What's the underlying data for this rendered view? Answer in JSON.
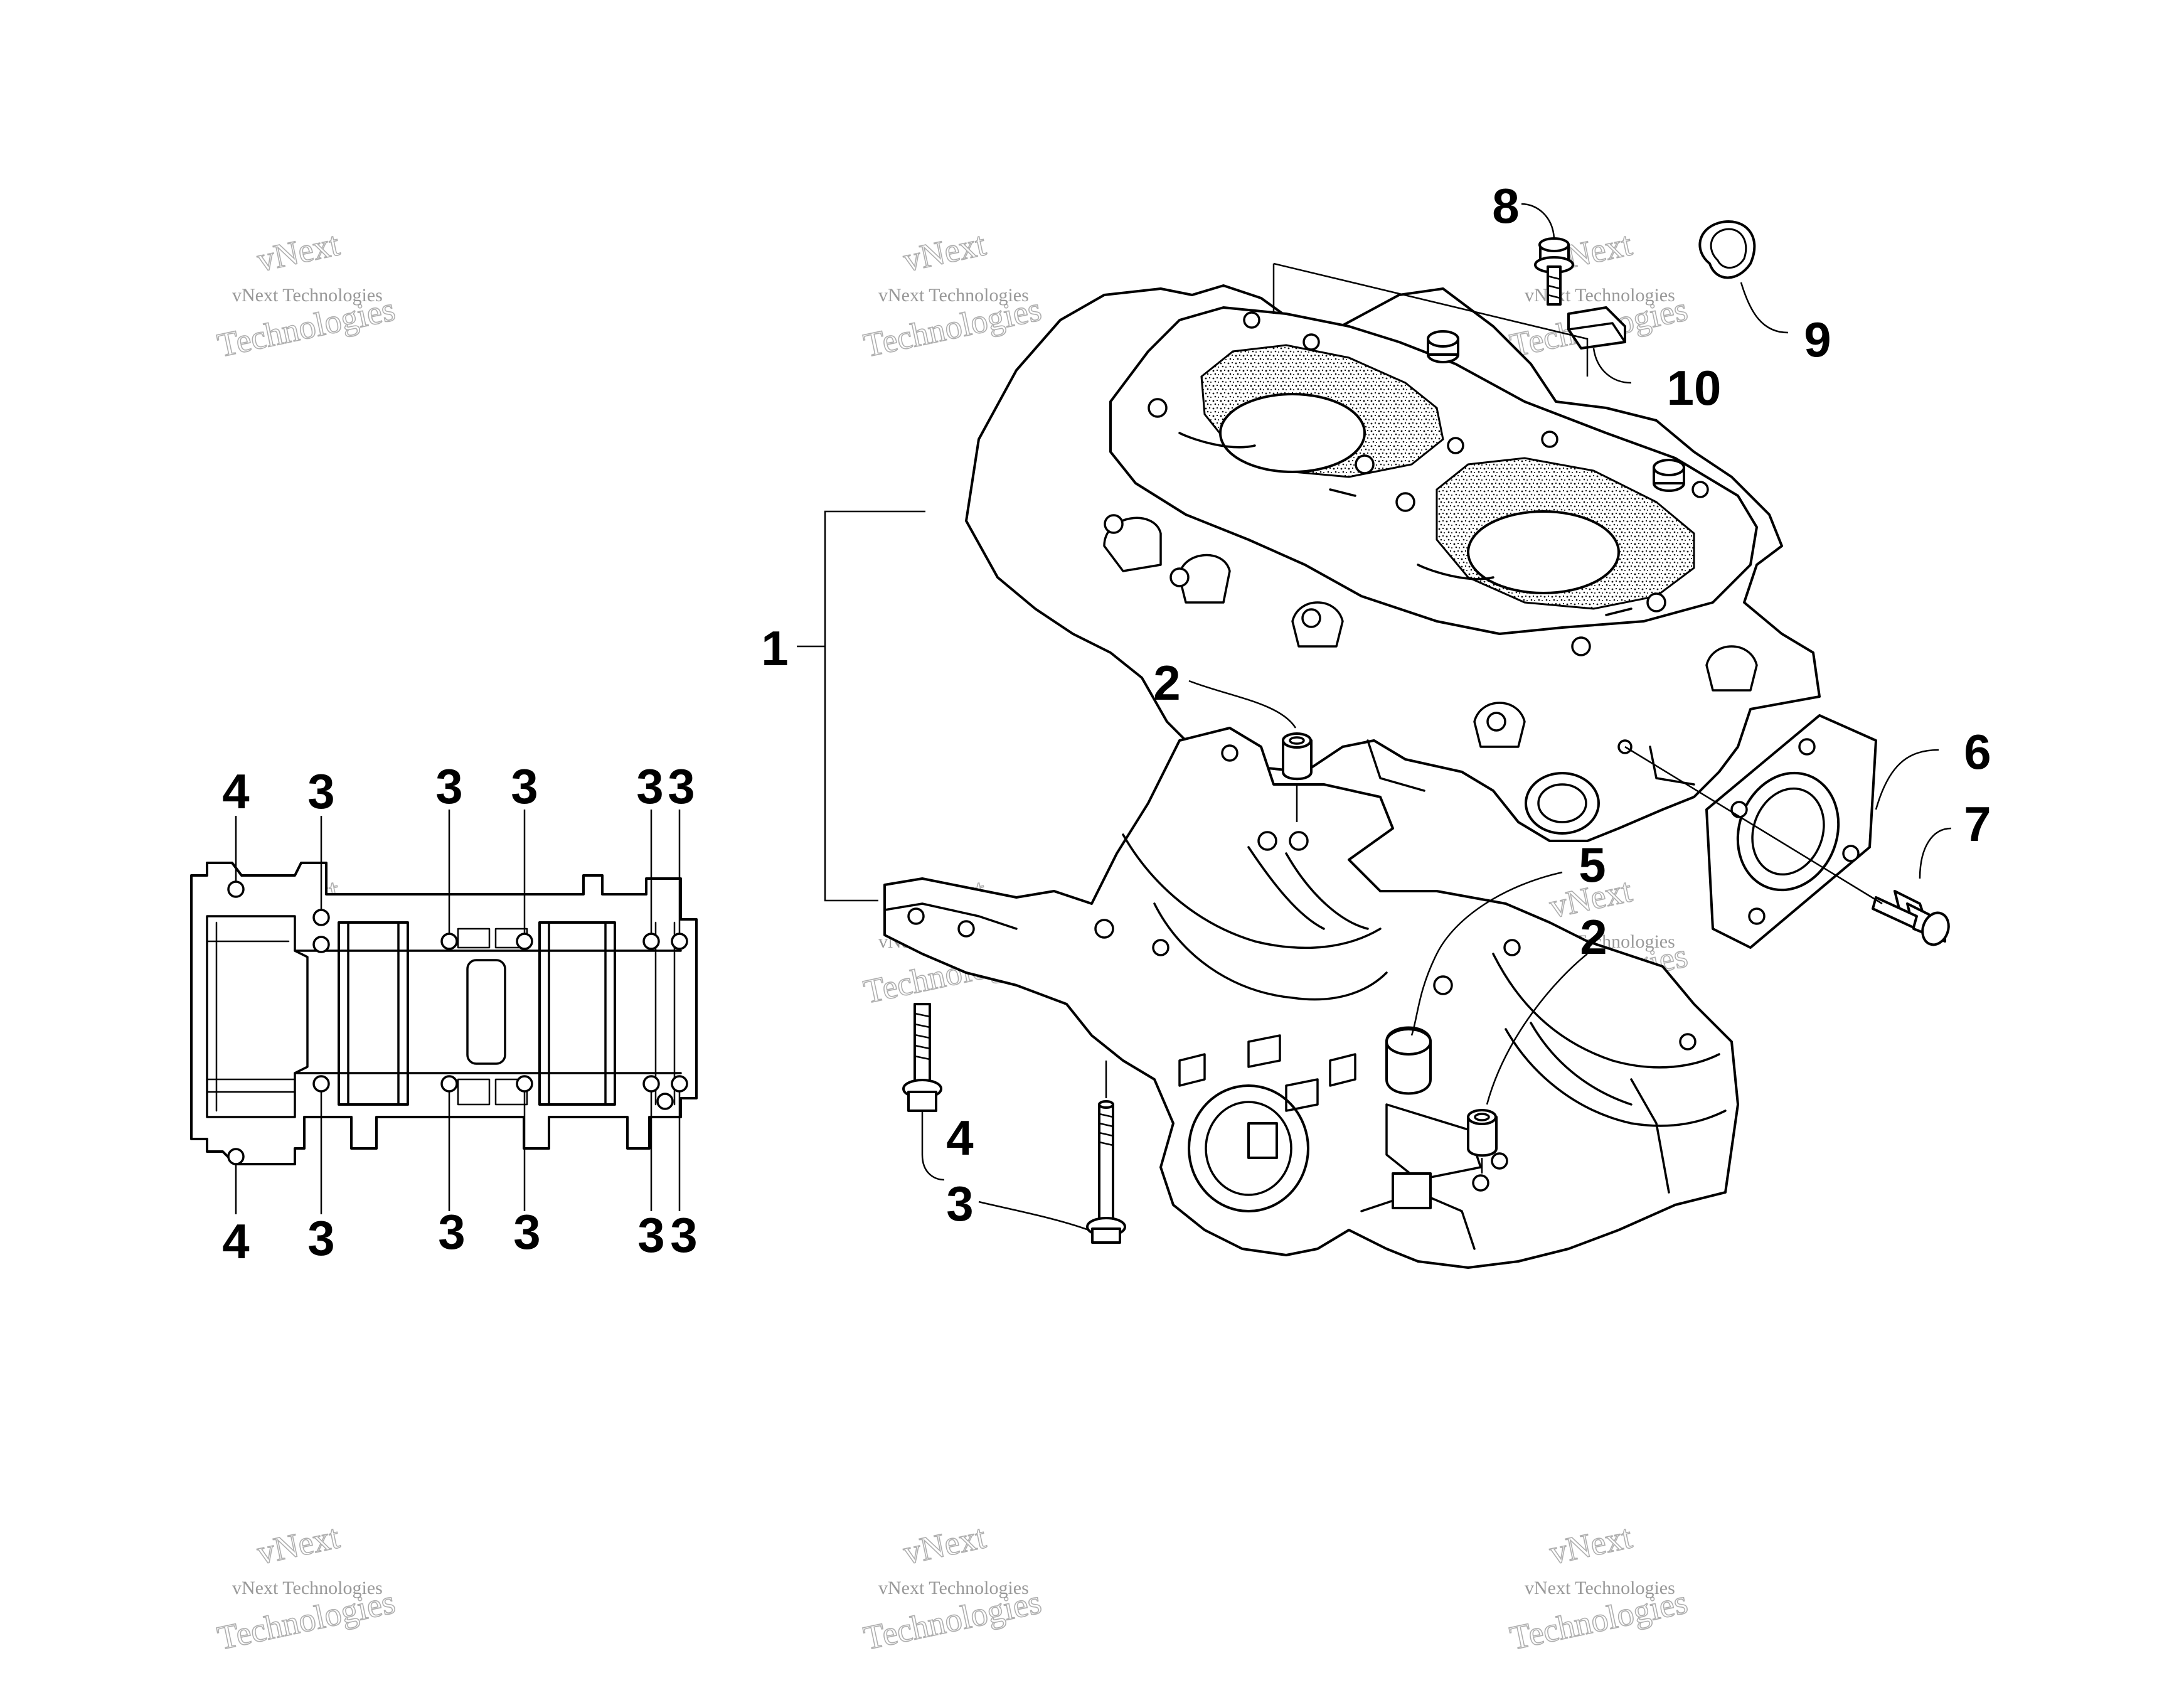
{
  "watermark": {
    "line_small": "vNext Technologies",
    "line_outline_top": "vNext",
    "line_outline_bottom": "Technologies"
  },
  "callouts": {
    "c1": "1",
    "c2a": "2",
    "c2b": "2",
    "c3_main": "3",
    "c4_main": "4",
    "c5": "5",
    "c6": "6",
    "c7": "7",
    "c8": "8",
    "c9": "9",
    "c10": "10",
    "side_top": [
      "4",
      "3",
      "3",
      "3",
      "3",
      "3"
    ],
    "side_bottom": [
      "4",
      "3",
      "3",
      "3",
      "3",
      "3"
    ]
  }
}
